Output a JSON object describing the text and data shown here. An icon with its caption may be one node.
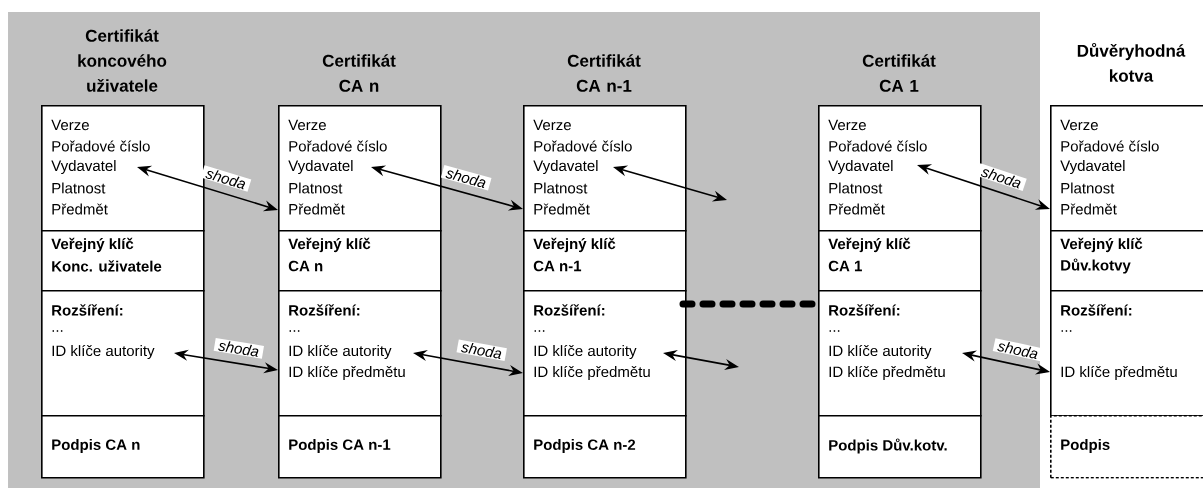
{
  "diagram": {
    "nodes": [
      {
        "text": [
          "Certifikát koncového uživatele",
          "Verze",
          "Pořadové číslo",
          "Vydavatel",
          "Platnost",
          "Předmět"
        ]
      },
      {
        "text": [
          "Veřejný klíč",
          "Konc. uživatele"
        ]
      },
      {
        "text": [
          "Rozšíření:",
          "...",
          "ID klíče autority"
        ]
      },
      {
        "text": [
          "Podpis CA n"
        ]
      },
      {
        "text": [
          "Certifikát CA n",
          "Verze",
          "Pořadové číslo",
          "Vydavatel",
          "Platnost",
          "Předmět"
        ]
      },
      {
        "text": [
          "Veřejný klíč",
          "CA n"
        ]
      },
      {
        "text": [
          "Rozšíření:",
          "...",
          "ID klíče autority",
          "ID klíče předmětu"
        ]
      },
      {
        "text": [
          "Podpis CA n-1"
        ]
      },
      {
        "text": [
          "Certifikát CA n-1",
          "Verze",
          "Pořadové číslo",
          "Vydavatel",
          "Platnost",
          "Předmět"
        ]
      },
      {
        "text": [
          "Veřejný klíč",
          "CA n-1"
        ]
      },
      {
        "text": [
          "Rozšíření:",
          "...",
          "ID klíče autority",
          "ID klíče předmětu"
        ]
      },
      {
        "text": [
          "Podpis CA n-2"
        ]
      },
      {
        "text": [
          "Certifikát CA 1",
          "Verze",
          "Pořadové číslo",
          "Vydavatel",
          "Platnost",
          "Předmět"
        ]
      },
      {
        "text": [
          "Veřejný klíč",
          "CA 1"
        ]
      },
      {
        "text": [
          "Rozšíření:",
          "...",
          "ID klíče autority",
          "ID klíče předmětu"
        ]
      },
      {
        "text": [
          "Podpis Dův.kotv."
        ]
      },
      {
        "text": [
          "Důvěryhodná kotva",
          "Verze",
          "Pořadové číslo",
          "Vydavatel",
          "Platnost",
          "Předmět"
        ]
      },
      {
        "text": [
          "Veřejný klíč",
          "Dův.kotvy"
        ]
      },
      {
        "text": [
          "Rozšíření:",
          "...",
          "ID klíče předmětu"
        ]
      },
      {
        "text": [
          "Podpis"
        ]
      }
    ],
    "edges": [
      {
        "from": 0,
        "to": 4,
        "arrow": "both",
        "label": "shoda"
      },
      {
        "from": 2,
        "to": 6,
        "arrow": "both",
        "label": "shoda"
      },
      {
        "from": 4,
        "to": 8,
        "arrow": "both",
        "label": "shoda"
      },
      {
        "from": 6,
        "to": 10,
        "arrow": "both",
        "label": "shoda"
      },
      {
        "from": 8,
        "to": null,
        "arrow": "both"
      },
      {
        "from": 10,
        "to": null,
        "arrow": "both"
      },
      {
        "from": 10,
        "to": 14,
        "arrow": "none",
        "style": "dashed"
      },
      {
        "from": 12,
        "to": 16,
        "arrow": "both",
        "label": "shoda"
      },
      {
        "from": 14,
        "to": 18,
        "arrow": "both",
        "label": "shoda"
      }
    ]
  }
}
